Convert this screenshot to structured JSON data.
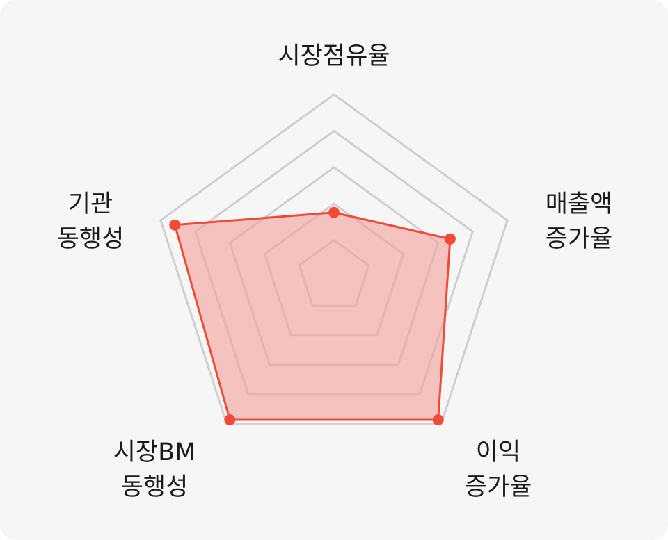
{
  "chart_data": {
    "type": "radar",
    "axes": [
      {
        "id": "market_share",
        "lines": [
          "시장점유율"
        ]
      },
      {
        "id": "sales_growth",
        "lines": [
          "매출액",
          "증가율"
        ]
      },
      {
        "id": "profit_growth",
        "lines": [
          "이익",
          "증가율"
        ]
      },
      {
        "id": "market_bm",
        "lines": [
          "시장BM",
          "동행성"
        ]
      },
      {
        "id": "institution",
        "lines": [
          "기관",
          "동행성"
        ]
      }
    ],
    "range": [
      0,
      5
    ],
    "grid_levels": [
      1,
      2,
      3,
      4,
      5
    ],
    "series": [
      {
        "values": [
          1.76,
          3.35,
          4.86,
          4.86,
          4.59
        ],
        "line_color": "#f24a38",
        "fill_color": "#f3a19b"
      }
    ],
    "grid_color": "#cfcfcf",
    "background_color": "#f6f6f6"
  }
}
